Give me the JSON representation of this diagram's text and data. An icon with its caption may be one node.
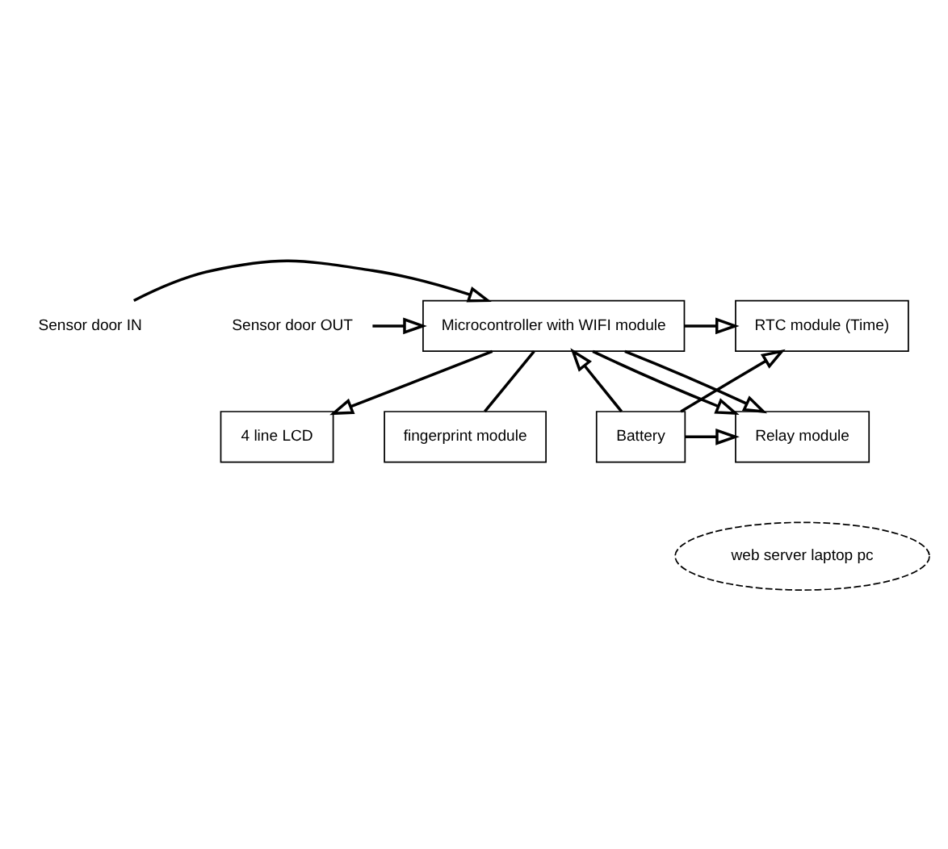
{
  "diagram": {
    "nodes": [
      {
        "text": [
          "4 line LCD"
        ]
      },
      {
        "text": [
          "Microcontroller with WIFI module"
        ]
      },
      {
        "text": [
          "RTC module (Time)"
        ]
      },
      {
        "text": [
          "Sensor door IN"
        ]
      },
      {
        "text": [
          "Sensor door OUT"
        ]
      },
      {
        "text": [
          "fingerprint module"
        ]
      },
      {
        "text": [
          "Relay module"
        ]
      },
      {
        "text": [
          "Battery"
        ]
      },
      {
        "text": [
          "web server laptop pc"
        ]
      }
    ],
    "edges": [
      {
        "from": 1,
        "to": 0,
        "arrow": "to"
      },
      {
        "from": 3,
        "to": 1,
        "arrow": "to"
      },
      {
        "from": 4,
        "to": 1,
        "arrow": "to"
      },
      {
        "from": 1,
        "to": 2,
        "arrow": "to"
      },
      {
        "from": 5,
        "to": 1,
        "arrow": "none"
      },
      {
        "from": 1,
        "to": 6,
        "arrow": "to"
      },
      {
        "from": 1,
        "to": 6,
        "arrow": "to"
      },
      {
        "from": 7,
        "to": 2,
        "arrow": "to"
      },
      {
        "from": 7,
        "to": 1,
        "arrow": "to"
      },
      {
        "from": 7,
        "to": 6,
        "arrow": "to"
      }
    ]
  }
}
